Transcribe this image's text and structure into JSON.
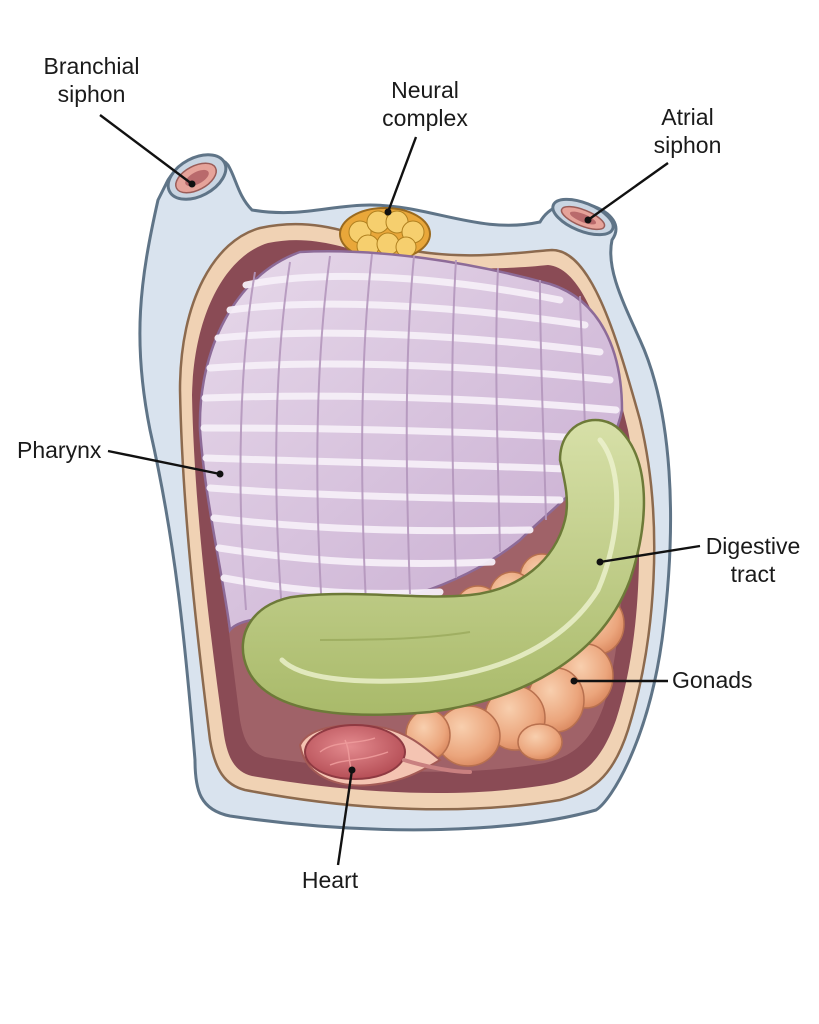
{
  "labels": {
    "branchial_siphon": [
      "Branchial",
      "siphon"
    ],
    "neural_complex": [
      "Neural",
      "complex"
    ],
    "atrial_siphon": [
      "Atrial",
      "siphon"
    ],
    "pharynx": [
      "Pharynx"
    ],
    "digestive_tract": [
      "Digestive",
      "tract"
    ],
    "gonads": [
      "Gonads"
    ],
    "heart": [
      "Heart"
    ]
  },
  "colors": {
    "tunic": "#d9e3ee",
    "tunic_edge": "#5f7487",
    "mantle": "#f0d2b4",
    "body_cavity": "#8a4b55",
    "pharynx": "#d8c4de",
    "digestive_tract": "#bccb82",
    "gonads": "#eda983",
    "neural_complex": "#f2c25a",
    "heart": "#c85a62",
    "leader_line": "#111111"
  }
}
